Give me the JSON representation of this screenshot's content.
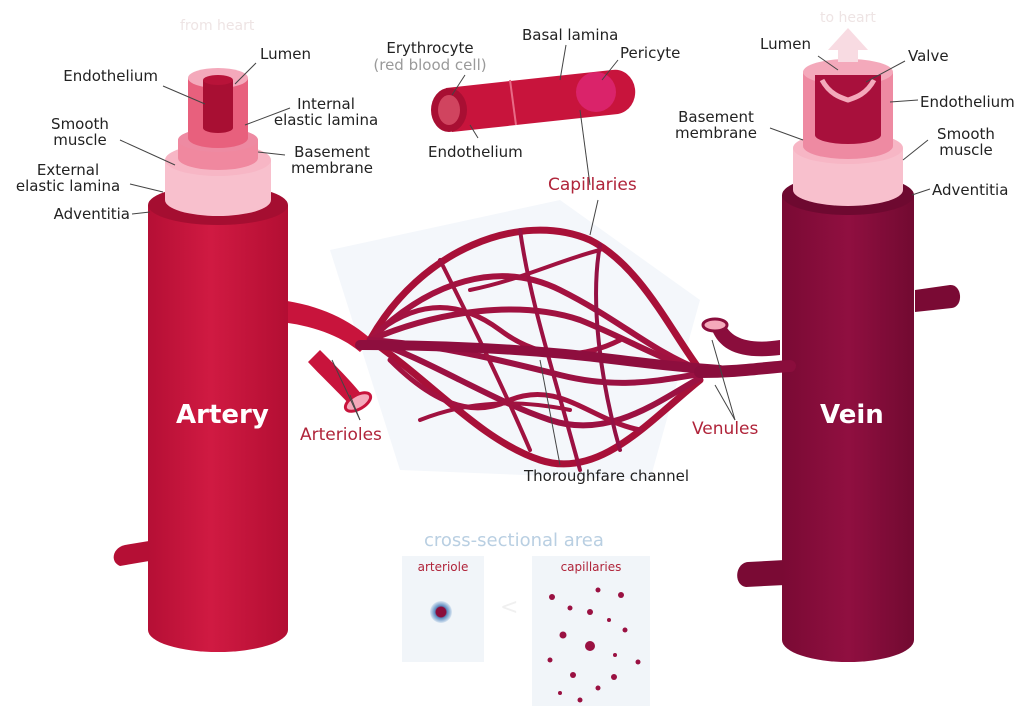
{
  "flow": {
    "from_heart": "from heart",
    "to_heart": "to heart"
  },
  "artery": {
    "title": "Artery",
    "labels": {
      "endothelium": "Endothelium",
      "lumen": "Lumen",
      "internal_elastic_lamina": [
        "Internal",
        "elastic lamina"
      ],
      "smooth_muscle": [
        "Smooth",
        "muscle"
      ],
      "basement_membrane": [
        "Basement",
        "membrane"
      ],
      "external_elastic_lamina": [
        "External",
        "elastic lamina"
      ],
      "adventitia": "Adventitia"
    }
  },
  "capillary_detail": {
    "erythrocyte": "Erythrocyte",
    "erythrocyte_note": "(red blood cell)",
    "basal_lamina": "Basal lamina",
    "pericyte": "Pericyte",
    "endothelium": "Endothelium"
  },
  "network": {
    "capillaries": "Capillaries",
    "arterioles": "Arterioles",
    "venules": "Venules",
    "thoroughfare_channel": "Thoroughfare channel"
  },
  "vein": {
    "title": "Vein",
    "labels": {
      "lumen": "Lumen",
      "valve": "Valve",
      "endothelium": "Endothelium",
      "basement_membrane": [
        "Basement",
        "membrane"
      ],
      "smooth_muscle": [
        "Smooth",
        "muscle"
      ],
      "adventitia": "Adventitia"
    }
  },
  "cross_section": {
    "title": "cross-sectional area",
    "arteriole": "arteriole",
    "capillaries": "capillaries",
    "comparison": "<"
  },
  "colors": {
    "artery": "#c8143c",
    "artery_dark": "#a8102f",
    "vein": "#8a0d3c",
    "vein_dark": "#6e0930",
    "pink": "#f4a9bb",
    "pink_light": "#f8c6d2",
    "label_red": "#b0243a",
    "cross_section_blue": "#b9cfe2"
  }
}
